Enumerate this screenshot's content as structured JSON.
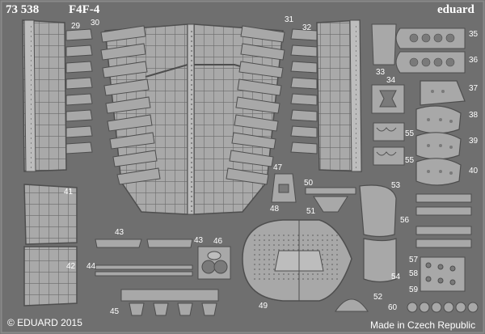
{
  "header": {
    "catalog_number": "73 538",
    "model": "F4F-4",
    "brand": "eduard"
  },
  "footer": {
    "copyright": "© EDUARD 2015",
    "origin": "Made in Czech Republic"
  },
  "part_numbers": [
    "29",
    "30",
    "31",
    "32",
    "33",
    "34",
    "35",
    "36",
    "37",
    "38",
    "39",
    "40",
    "41",
    "42",
    "43",
    "43",
    "44",
    "45",
    "46",
    "47",
    "48",
    "49",
    "50",
    "51",
    "52",
    "53",
    "54",
    "55",
    "55",
    "56",
    "57",
    "58",
    "59",
    "60"
  ],
  "colors": {
    "fret_background": "#6f6f6f",
    "part_face": "#a8a8a8",
    "part_edge": "#4e4e4e",
    "text": "#ffffff"
  }
}
